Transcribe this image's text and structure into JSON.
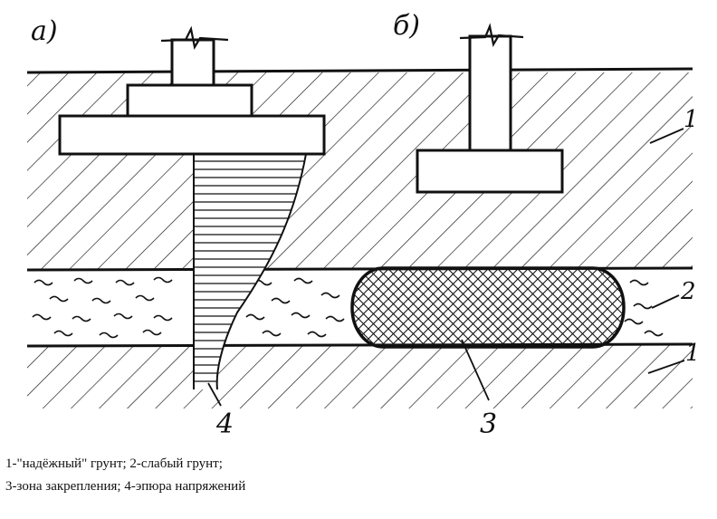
{
  "figure": {
    "panel_a_label": "а)",
    "panel_b_label": "б)",
    "markers": {
      "soil_top": "1",
      "weak_soil": "2",
      "soil_bottom": "1",
      "zone": "3",
      "stress": "4"
    }
  },
  "caption": {
    "line1": "1-\"надёжный\" грунт; 2-слабый грунт;",
    "line2": "3-зона закрепления; 4-эпюра напряжений"
  }
}
